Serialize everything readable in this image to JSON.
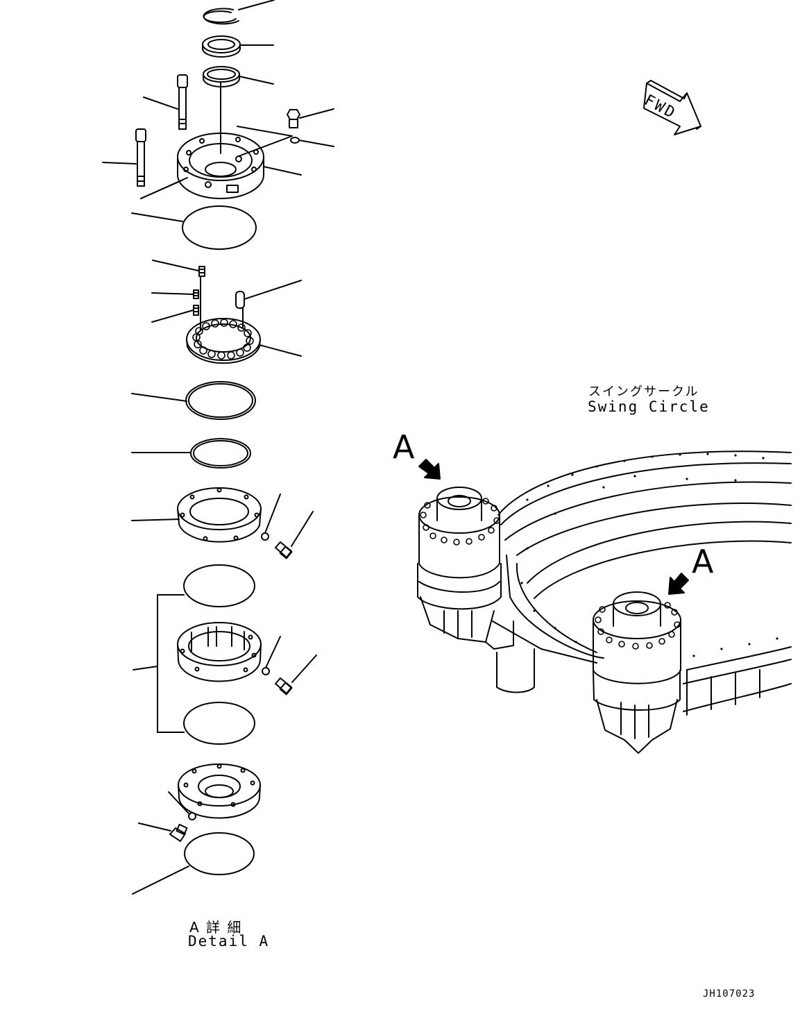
{
  "callout_a": "A",
  "fwd": "FWD",
  "swing_circle": {
    "jp": "スイングサークル",
    "en": "Swing Circle"
  },
  "detail": {
    "jp": "A 詳 細",
    "en": "Detail A"
  },
  "drawing_number": "JH107023"
}
